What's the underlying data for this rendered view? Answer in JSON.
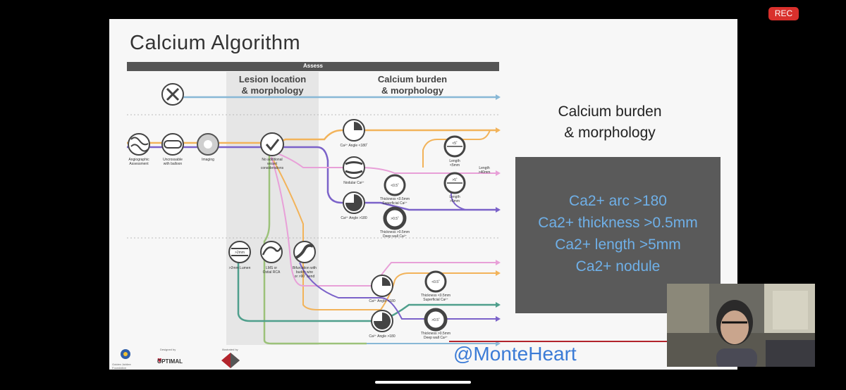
{
  "recording": {
    "label": "REC"
  },
  "slide": {
    "title": "Calcium Algorithm",
    "diagram": {
      "assess_label": "Assess",
      "column_headers": {
        "lesion": "Lesion location\n& morphology",
        "burden": "Calcium burden\n& morphology"
      },
      "nodes": {
        "angio": "Angiographic\nAssessment",
        "uncross": "Uncrossable\nwith balloon",
        "imaging": "Imaging",
        "no_additional": "No additional\nvessel\nconsiderations",
        "angle_lt180_top": "Ca²⁺ Angle <180˚",
        "nodular": "Nodular Ca²⁺",
        "angle_gt180_top": "Ca²⁺ Angle >180",
        "thickness_lt_top": "Thickness <0.5mm\nSuperficial Ca²⁺",
        "thickness_gt_top": "Thickness >0.5mm\nDeep wall Ca²⁺",
        "length_lt5": "Length\n<5mm",
        "length_gt5": "Length\n>5mm",
        "length_gt40": "Length\n>40mm",
        "lumen": ">2mm Lumen",
        "lms": "LMS or\nOstial RCA",
        "bifurcation": "Bifurcation with\nbuddy wire\nor >90˚ bend",
        "angle_lt180_bot": "Ca²⁺ Angle <180",
        "angle_gt180_bot": "Ca²⁺ Angle >180",
        "thickness_lt_bot": "Thickness <0.5mm\nSuperficial Ca²⁺",
        "thickness_gt_bot": "Thickness >0.5mm\nDeep wall Ca²⁺"
      },
      "glyphs": {
        "lt5": "<5˚",
        "gt5": ">5˚",
        "lt05": "<0.5˚",
        "gt05": ">0.5˚",
        "lt05_b": "<0.5˚",
        "gt05_b": ">0.5˚",
        "gt2mm": ">2mm"
      }
    },
    "callout": {
      "title": "Calcium burden\n& morphology",
      "criteria": [
        "Ca2+ arc >180",
        "Ca2+ thickness >0.5mm",
        "Ca2+ length >5mm",
        "Ca2+ nodule"
      ]
    },
    "footer": {
      "designed_by": "Designed by",
      "illustrated_by": "Illustrated by",
      "optimal_logo": "OPTIMAL",
      "golden_jubilee": "Golden Jubilee\nFoundation",
      "handle": "@MonteHeart"
    }
  },
  "colors": {
    "blue_line": "#88b8d6",
    "orange_line": "#f2b35a",
    "purple_line": "#7b62c9",
    "pink_line": "#e8a0d8",
    "green_line": "#9cc27a",
    "teal_line": "#4f9f8c",
    "red_accent": "#b2242c",
    "handle_blue": "#3b7bd6",
    "criteria_blue": "#6fb0e8"
  }
}
